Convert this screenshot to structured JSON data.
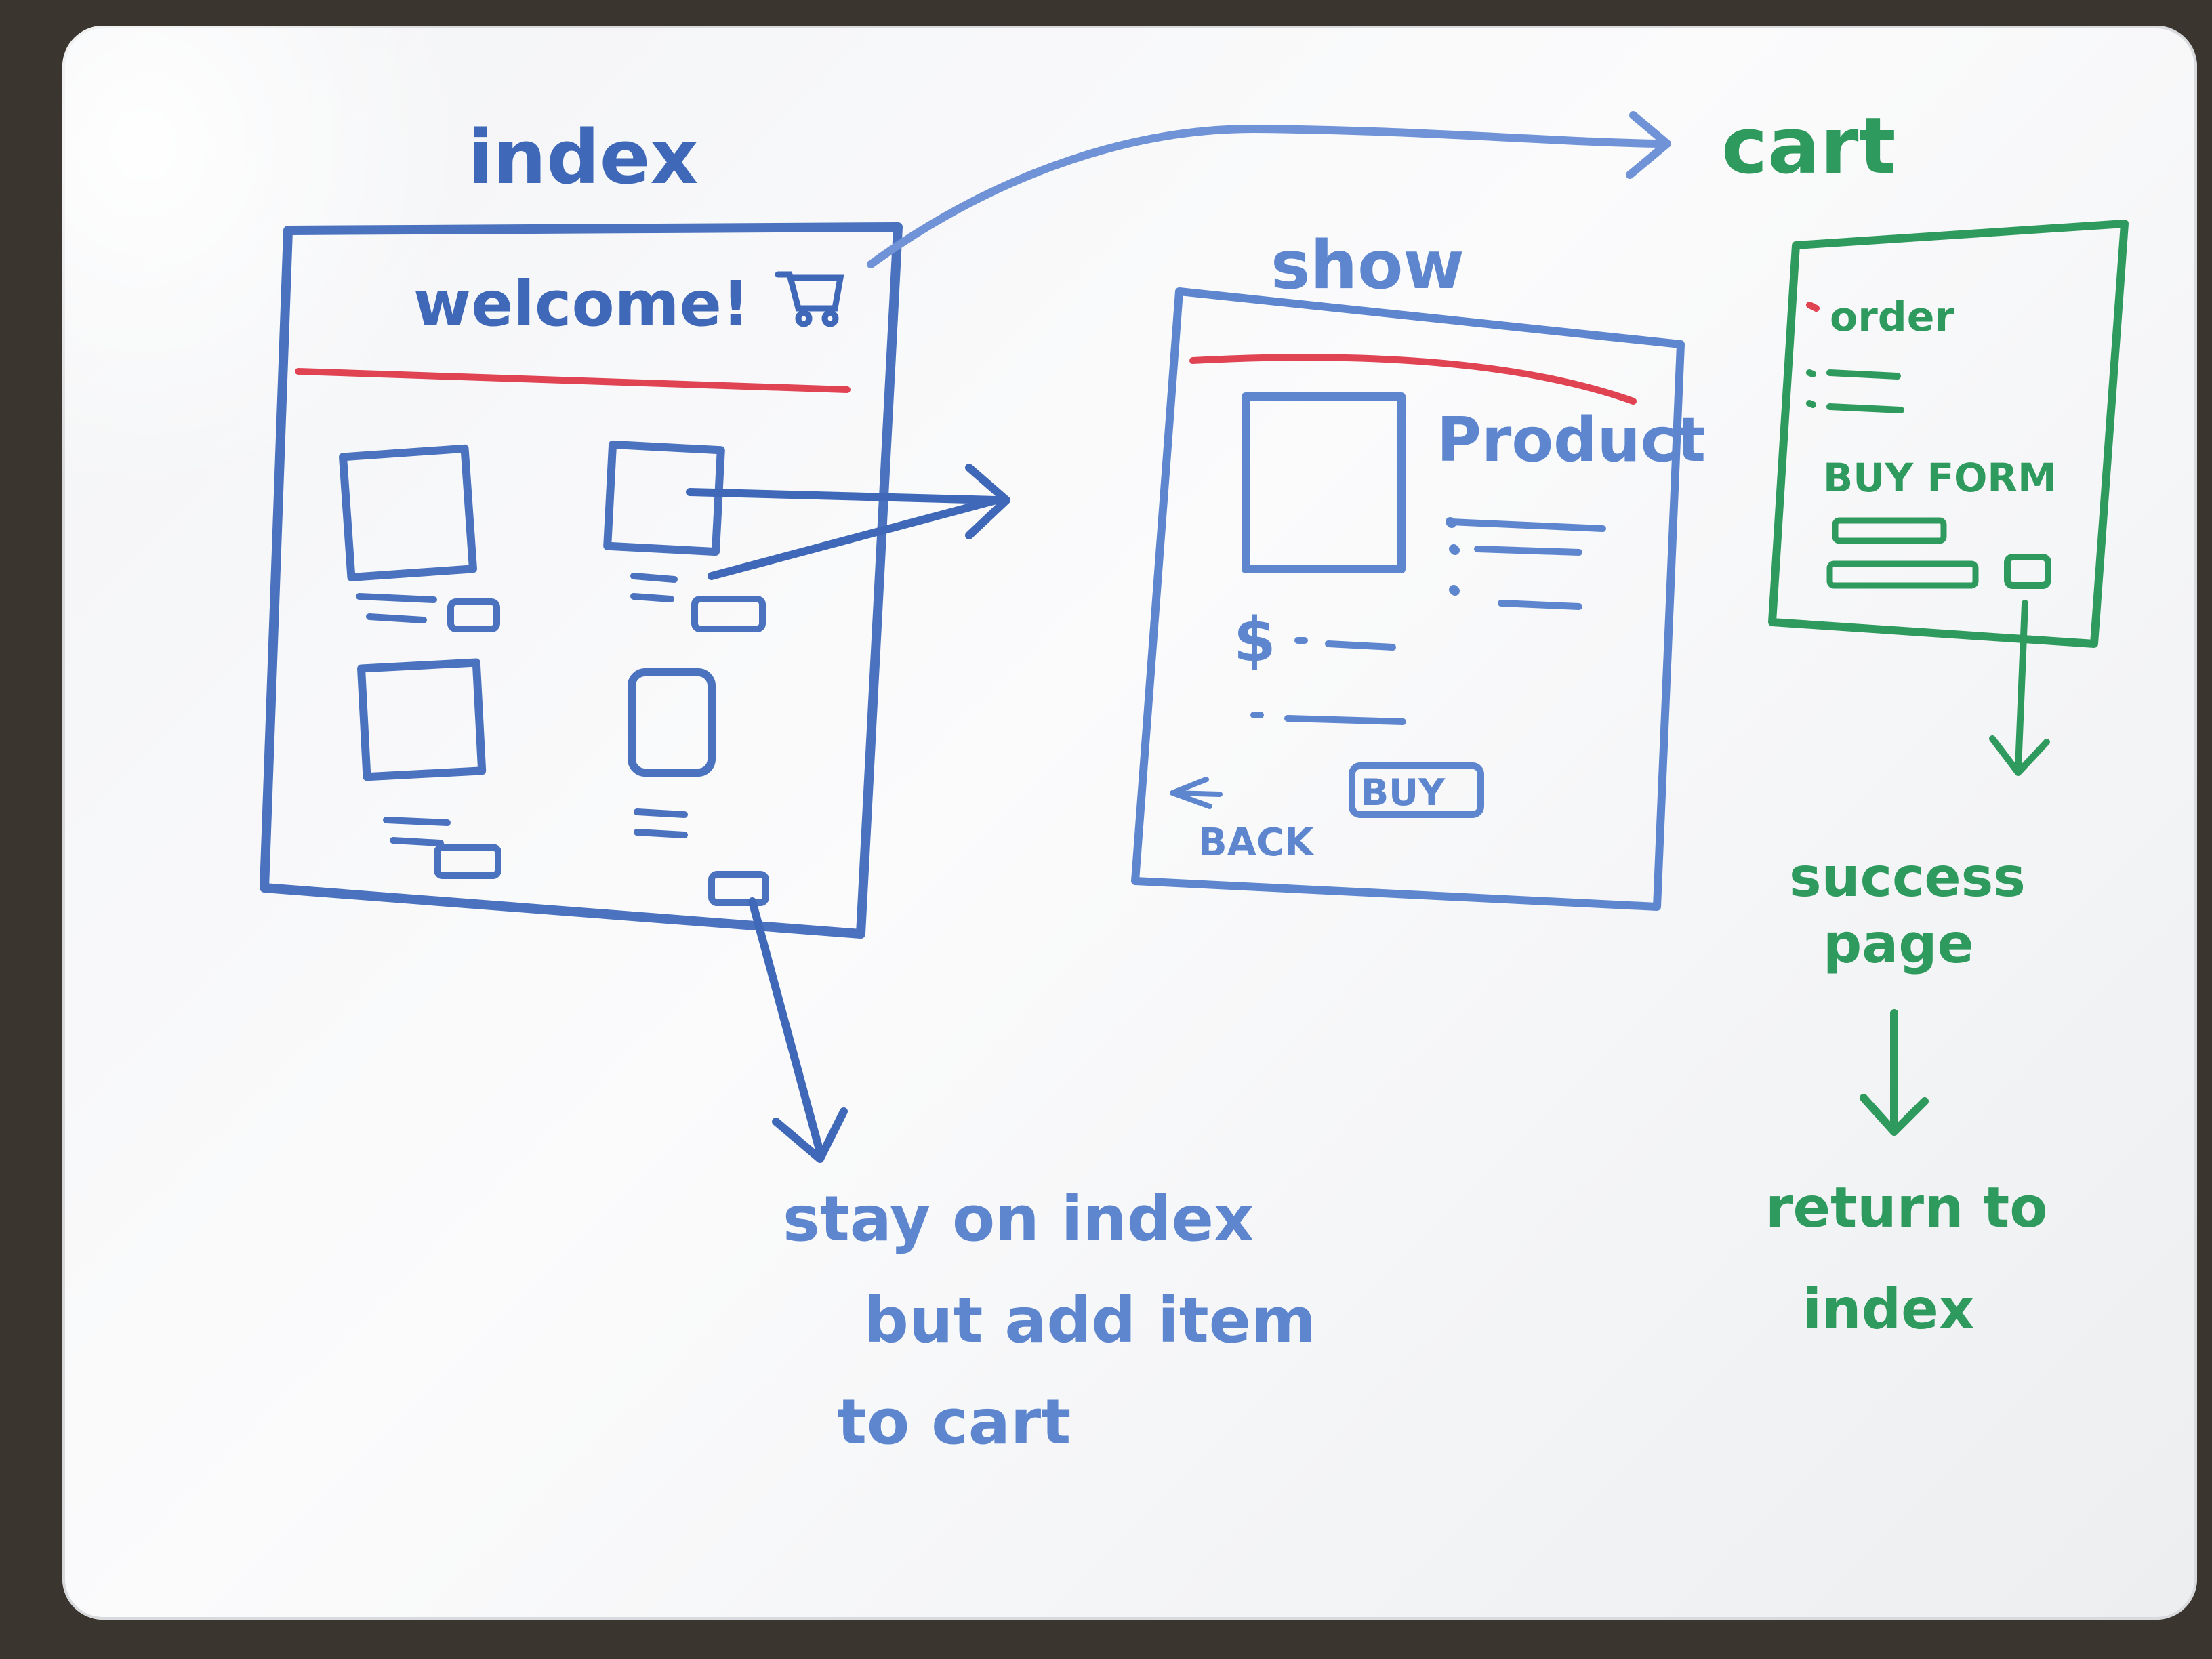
{
  "colors": {
    "blue_marker": "#3f68b8",
    "light_blue_marker": "#6f93d6",
    "green_marker": "#2f9a5e",
    "red_marker": "#e04452"
  },
  "index": {
    "title": "index",
    "welcome": "welcome!",
    "icon": "cart-icon"
  },
  "show": {
    "title": "show",
    "product": "Product",
    "price": "$",
    "buy": "BUY",
    "back": "BACK"
  },
  "cart": {
    "title": "cart",
    "order": "order",
    "buy_form": "BUY FORM"
  },
  "notes": {
    "stay_line1": "stay on index",
    "stay_line2": "but add item",
    "stay_line3": "to cart",
    "success_line1": "success",
    "success_line2": "page",
    "return_line1": "return to",
    "return_line2": "index"
  }
}
